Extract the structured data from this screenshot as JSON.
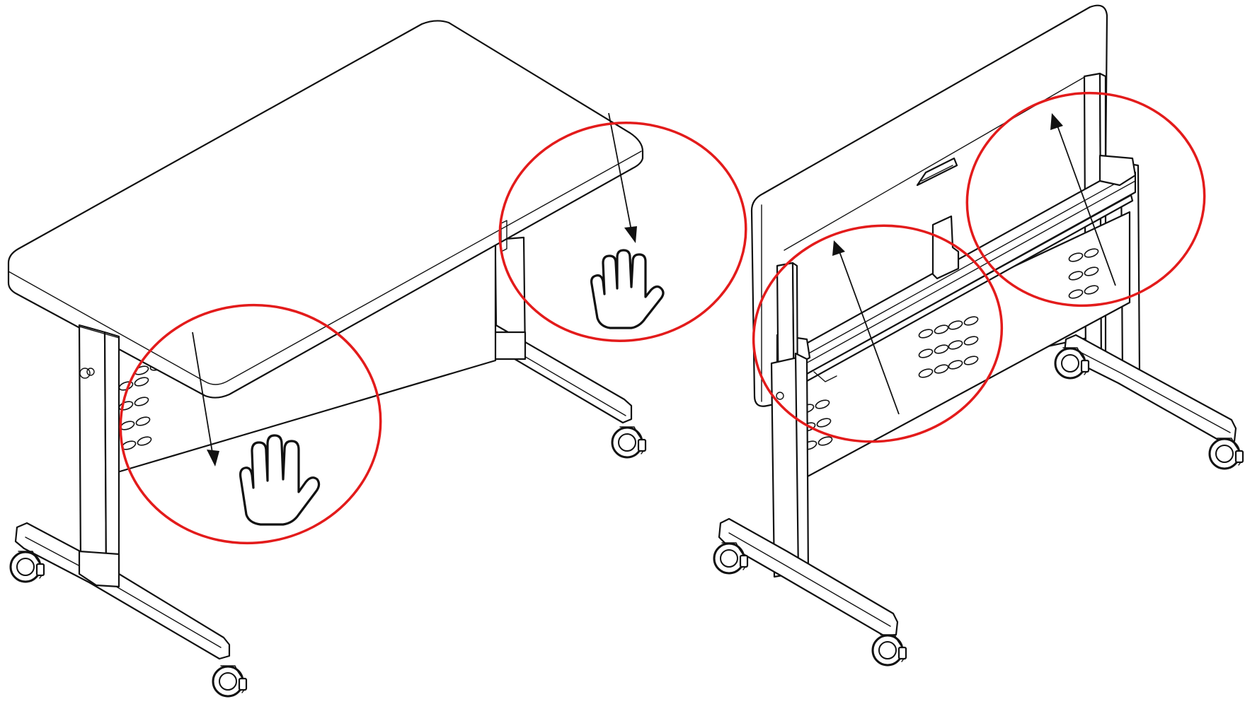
{
  "figure": {
    "panels": [
      {
        "id": "table-open",
        "state": "open",
        "action": "push-down",
        "icons": [
          "hand-icon",
          "hand-icon"
        ]
      },
      {
        "id": "table-folded",
        "state": "folded",
        "action": "lift-up",
        "icons": []
      }
    ],
    "colors": {
      "highlight_circle": "#e31b1b",
      "line_art": "#111111",
      "background": "#ffffff"
    }
  }
}
